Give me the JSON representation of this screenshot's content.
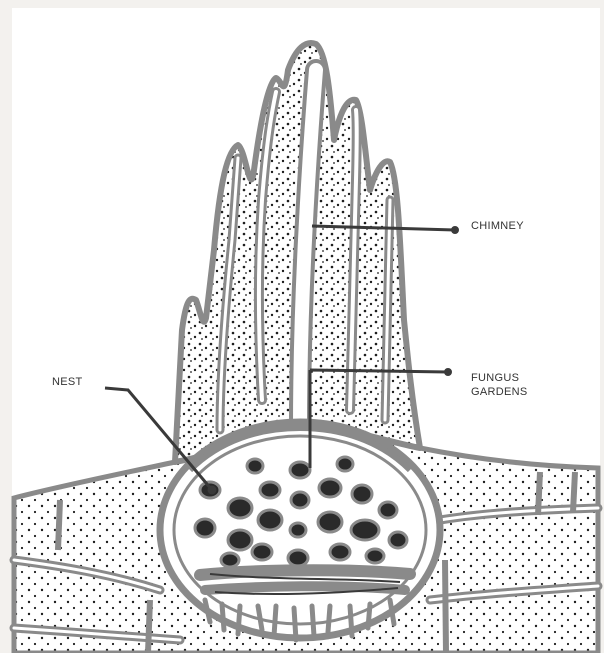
{
  "labels": {
    "chimney": "CHIMNEY",
    "fungus_line1": "FUNGUS",
    "fungus_line2": "GARDENS",
    "nest": "NEST"
  },
  "colors": {
    "paper": "#f3f1ee",
    "outline": "#8a8a8a",
    "stipple": "#1d1d1d",
    "pointer": "#3a3a3a"
  }
}
